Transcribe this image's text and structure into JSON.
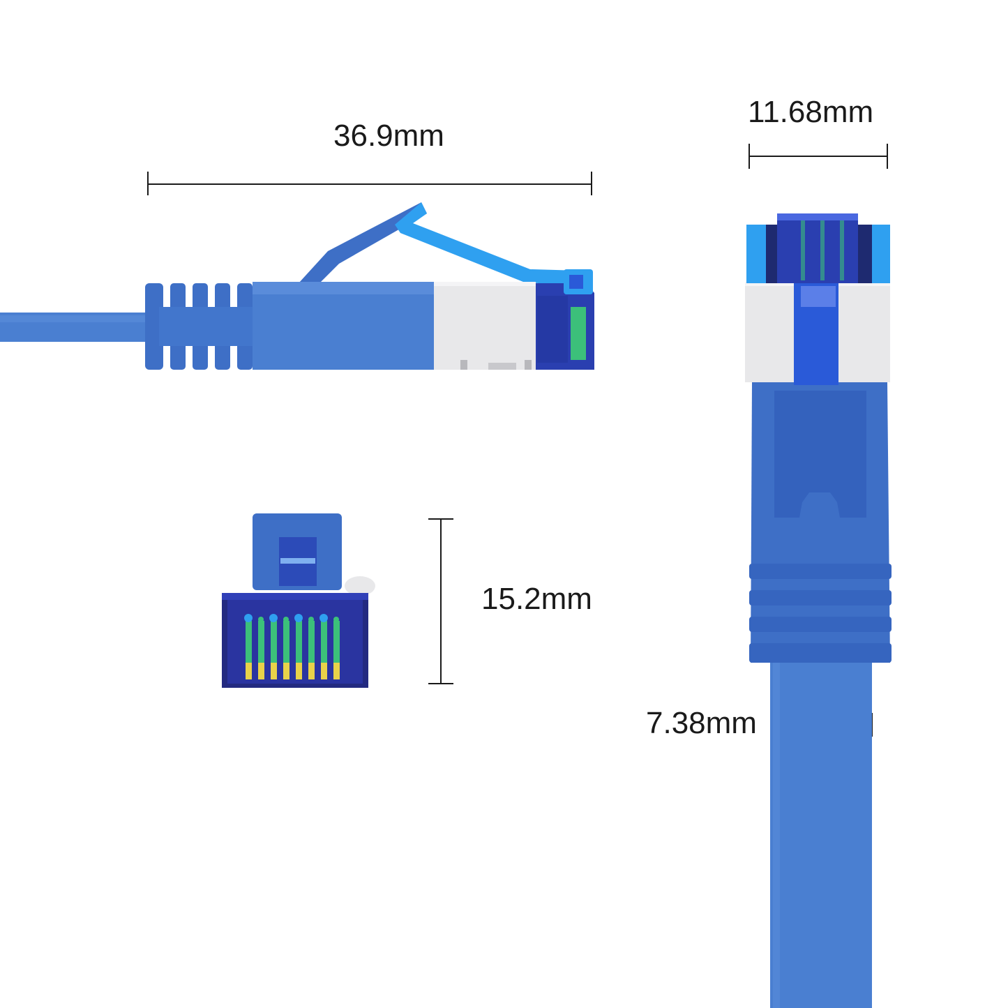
{
  "colors": {
    "cable_blue": "#4a7fd1",
    "boot_blue": "#3e6fc6",
    "dark_blue": "#2a3fb0",
    "light_blue": "#2fa0f0",
    "shield_gray": "#e8e8ea",
    "dim_line": "#1a1a1a",
    "gold": "#e8d24a",
    "green": "#3cc07a"
  },
  "dimensions": {
    "plug_length": "36.9mm",
    "plug_width": "11.68mm",
    "plug_height": "15.2mm",
    "cable_width": "7.38mm"
  }
}
